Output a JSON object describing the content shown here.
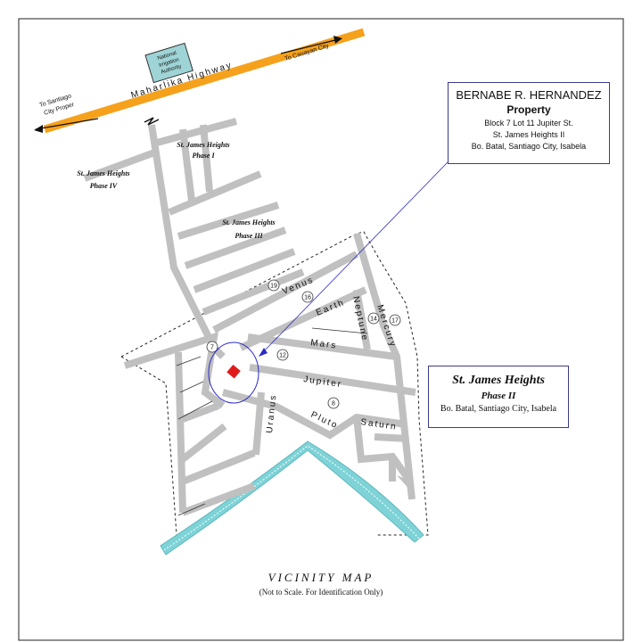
{
  "highway": {
    "name": "Maharlika Highway",
    "to_left": [
      "To Santiago",
      "City Proper"
    ],
    "to_right": "To Cauayan City"
  },
  "nia_label": [
    "National",
    "Irrigation",
    "Authority"
  ],
  "phases": {
    "phase1": [
      "St. James Heights",
      "Phase I"
    ],
    "phase3": [
      "St. James Heights",
      "Phase III"
    ],
    "phase4": [
      "St. James Heights",
      "Phase IV"
    ]
  },
  "streets": {
    "venus": "Venus",
    "earth": "Earth",
    "neptune": "Neptune",
    "mercury": "Mercury",
    "mars": "Mars",
    "jupiter": "Jupiter",
    "uranus": "Uranus",
    "pluto": "Pluto",
    "saturn": "Saturn"
  },
  "markers": {
    "m19": "19",
    "m16": "16",
    "m14": "14",
    "m17": "17",
    "m7": "7",
    "m12": "12",
    "m8": "8"
  },
  "owner_box": {
    "name": "BERNABE R. HERNANDEZ",
    "subtitle": "Property",
    "line1": "Block 7 Lot 11 Jupiter St.",
    "line2": "St. James Heights II",
    "line3": "Bo. Batal, Santiago City, Isabela"
  },
  "sj_box": {
    "title": "St. James Heights",
    "phase": "Phase II",
    "address": "Bo. Batal, Santiago City, Isabela"
  },
  "footer": {
    "title": "VICINITY MAP",
    "note": "(Not to Scale. For Identification Only)"
  },
  "colors": {
    "road": "#c0c0c0",
    "highway": "#f5a11c",
    "river": "#7fd3d7",
    "property": "#e01b1b",
    "leader": "#2a2ac8"
  }
}
